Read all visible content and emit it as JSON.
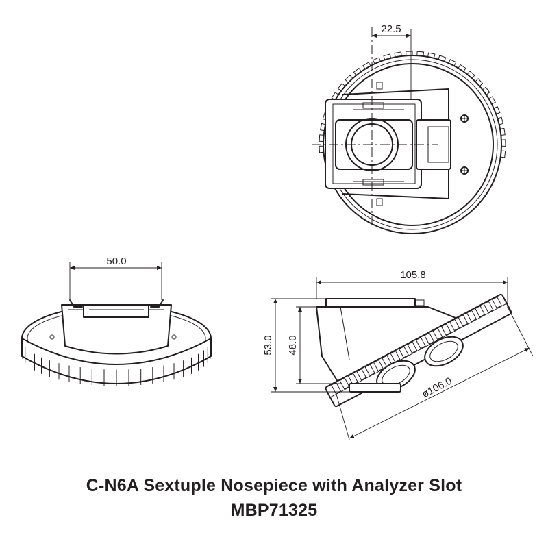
{
  "title": "C-N6A Sextuple Nosepiece with Analyzer Slot",
  "code": "MBP71325",
  "dimensions": {
    "top_width": "22.5",
    "front_width": "50.0",
    "side_length": "105.8",
    "overall_height": "53.0",
    "body_height": "48.0",
    "diameter": "ø106.0"
  },
  "views": [
    "top",
    "front",
    "side"
  ],
  "colors": {
    "line": "#231f20",
    "background": "#ffffff"
  }
}
